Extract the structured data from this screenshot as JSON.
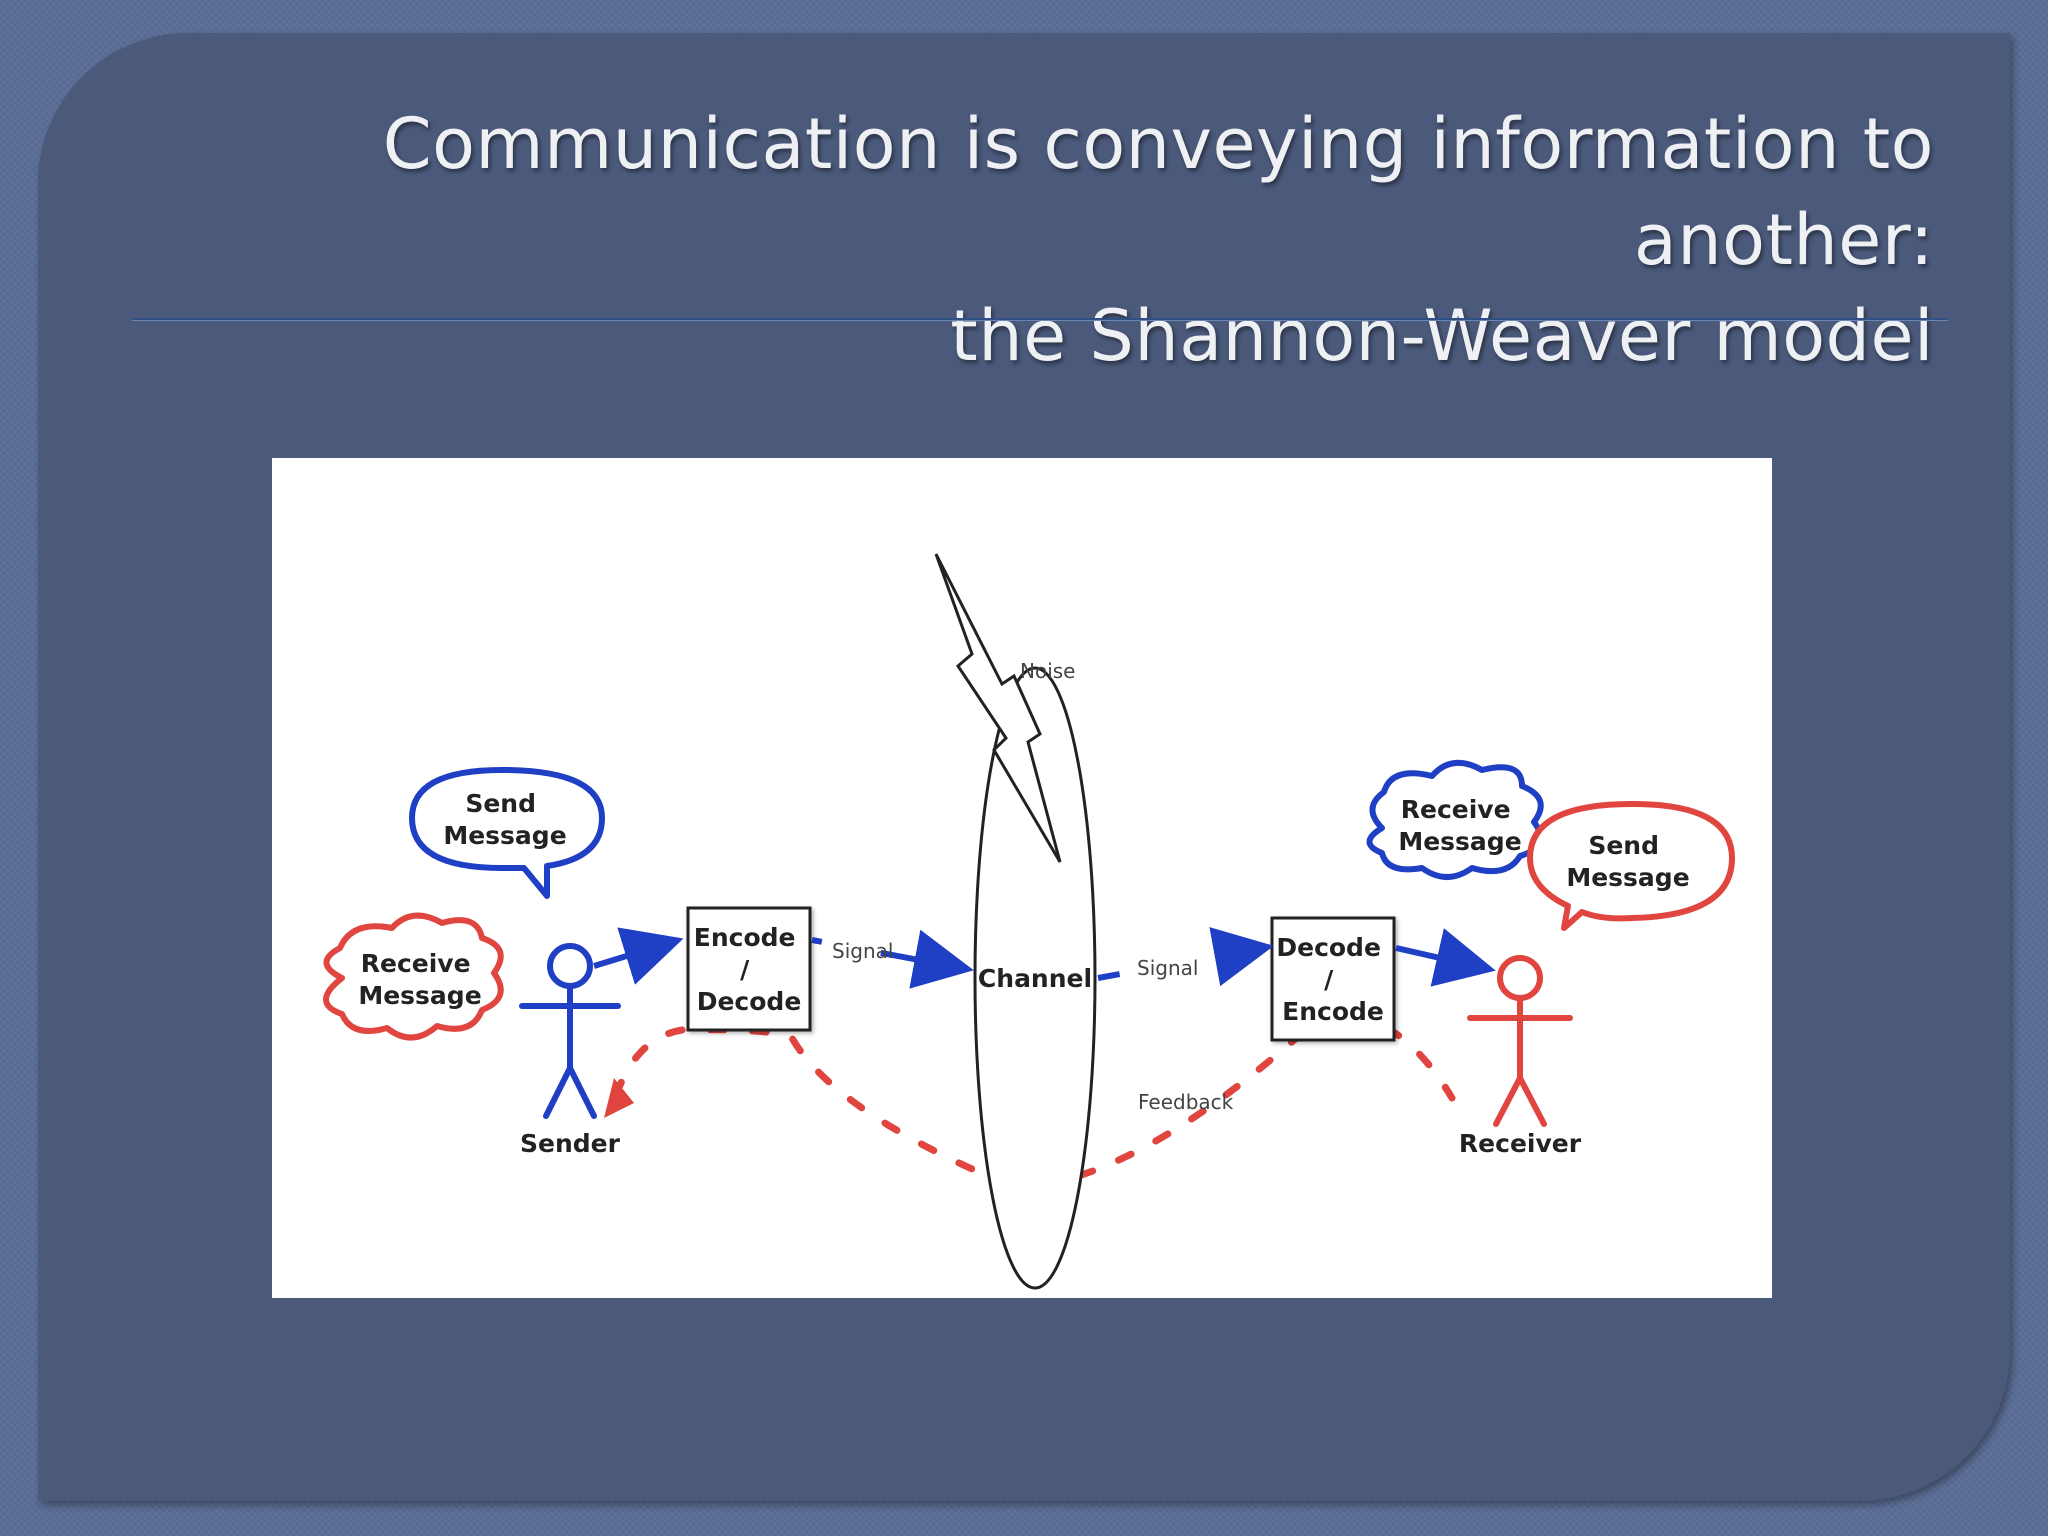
{
  "slide": {
    "title_line1": "Communication is conveying information to another:",
    "title_line2": "the Shannon-Weaver model"
  },
  "diagram": {
    "sender_label": "Sender",
    "receiver_label": "Receiver",
    "sender_send_bubble": [
      "Send",
      "Message"
    ],
    "sender_receive_cloud": [
      "Receive",
      "Message"
    ],
    "receiver_send_bubble": [
      "Send",
      "Message"
    ],
    "receiver_receive_cloud": [
      "Receive",
      "Message"
    ],
    "encoder_box": [
      "Encode",
      "/",
      "Decode"
    ],
    "decoder_box": [
      "Decode",
      "/",
      "Encode"
    ],
    "channel_label": "Channel",
    "noise_label": "Noise",
    "signal_left_label": "Signal",
    "signal_right_label": "Signal",
    "feedback_label": "Feedback",
    "colors": {
      "sender_blue": "#1f3fc4",
      "receiver_red": "#e0453f",
      "feedback_red": "#e0453f"
    }
  }
}
